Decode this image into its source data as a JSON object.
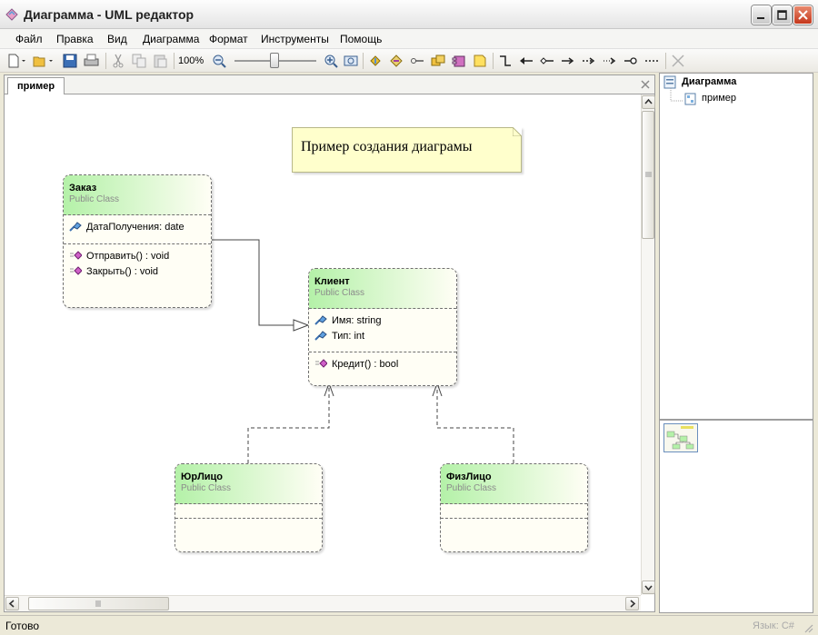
{
  "window": {
    "title": "Диаграмма - UML редактор"
  },
  "menu": [
    "Файл",
    "Правка",
    "Вид",
    "Диаграмма",
    "Формат",
    "Инструменты",
    "Помощь"
  ],
  "toolbar": {
    "zoom": "100%"
  },
  "document": {
    "tab_label": "пример"
  },
  "note": {
    "text": "Пример создания диаграмы"
  },
  "classes": [
    {
      "name": "Заказ",
      "stereotype": "Public Class",
      "fields": [
        "ДатаПолучения: date"
      ],
      "methods": [
        "Отправить() : void",
        "Закрыть() : void"
      ]
    },
    {
      "name": "Клиент",
      "stereotype": "Public Class",
      "fields": [
        "Имя: string",
        "Тип: int"
      ],
      "methods": [
        "Кредит() : bool"
      ]
    },
    {
      "name": "ЮрЛицо",
      "stereotype": "Public Class",
      "fields": [],
      "methods": []
    },
    {
      "name": "ФизЛицо",
      "stereotype": "Public Class",
      "fields": [],
      "methods": []
    }
  ],
  "tree": {
    "root": "Диаграмма",
    "child": "пример"
  },
  "status": {
    "text": "Готово",
    "language": "Язык: C#"
  },
  "colors": {
    "class_header": "#b4f1a8",
    "note_bg": "#ffffcc"
  }
}
